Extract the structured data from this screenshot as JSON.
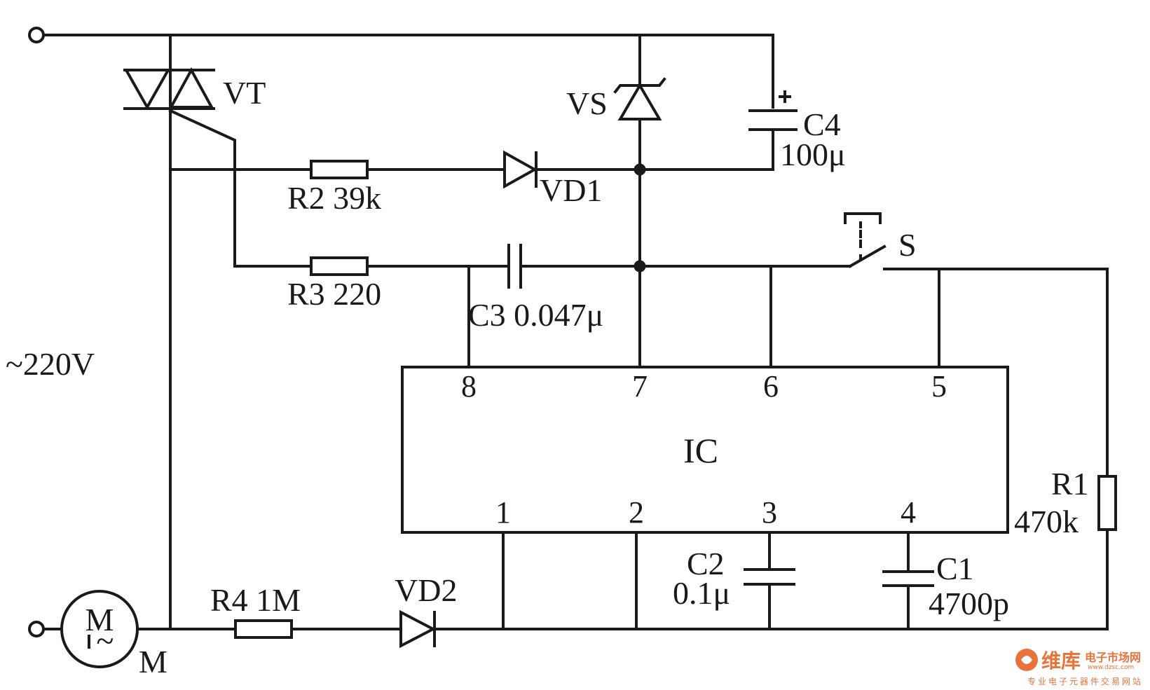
{
  "labels": {
    "supply": "~220V",
    "vt": "VT",
    "vs": "VS",
    "c4_name": "C4",
    "c4_value": "100μ",
    "r2": "R2 39k",
    "vd1": "VD1",
    "switch": "S",
    "r3": "R3 220",
    "c3": "C3 0.047μ",
    "ic": "IC",
    "r1_name": "R1",
    "r1_value": "470k",
    "c2_name": "C2",
    "c2_value": "0.1μ",
    "c1_name": "C1",
    "c1_value": "4700p",
    "r4": "R4 1M",
    "vd2": "VD2",
    "motor_letter": "M",
    "motor_ac": "~",
    "motor_label": "M"
  },
  "ic_pins_top": [
    "8",
    "7",
    "6",
    "5"
  ],
  "ic_pins_bottom": [
    "1",
    "2",
    "3",
    "4"
  ],
  "watermark": {
    "brand": "维库",
    "site": "电子市场网",
    "url": "www.dzsc.com",
    "tagline": "专业电子元器件交易网站"
  },
  "colors": {
    "ink": "#1a1a1a",
    "watermark": "#e8743c"
  }
}
